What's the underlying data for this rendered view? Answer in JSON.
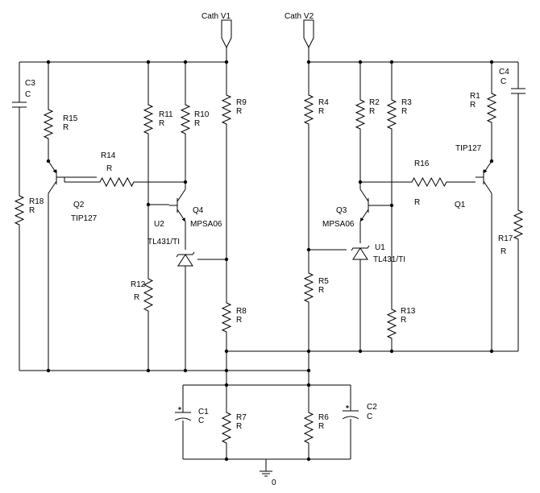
{
  "ports": {
    "cath_v1": "Cath V1",
    "cath_v2": "Cath V2",
    "ground": "0"
  },
  "components": {
    "C1": {
      "ref": "C1",
      "value": "C"
    },
    "C2": {
      "ref": "C2",
      "value": "C"
    },
    "C3": {
      "ref": "C3",
      "value": "C"
    },
    "C4": {
      "ref": "C4",
      "value": "C"
    },
    "R1": {
      "ref": "R1",
      "value": "R"
    },
    "R2": {
      "ref": "R2",
      "value": "R"
    },
    "R3": {
      "ref": "R3",
      "value": "R"
    },
    "R4": {
      "ref": "R4",
      "value": "R"
    },
    "R5": {
      "ref": "R5",
      "value": "R"
    },
    "R6": {
      "ref": "R6",
      "value": "R"
    },
    "R7": {
      "ref": "R7",
      "value": "R"
    },
    "R8": {
      "ref": "R8",
      "value": "R"
    },
    "R9": {
      "ref": "R9",
      "value": "R"
    },
    "R10": {
      "ref": "R10",
      "value": "R"
    },
    "R11": {
      "ref": "R11",
      "value": "R"
    },
    "R12": {
      "ref": "R12",
      "value": "R"
    },
    "R13": {
      "ref": "R13",
      "value": "R"
    },
    "R14": {
      "ref": "R14",
      "value": "R"
    },
    "R15": {
      "ref": "R15",
      "value": "R"
    },
    "R16": {
      "ref": "R16",
      "value": "R"
    },
    "R17": {
      "ref": "R17",
      "value": "R"
    },
    "R18": {
      "ref": "R18",
      "value": "R"
    },
    "Q1": {
      "ref": "Q1",
      "part": "TIP127"
    },
    "Q2": {
      "ref": "Q2",
      "part": "TIP127"
    },
    "Q3": {
      "ref": "Q3",
      "part": "MPSA06"
    },
    "Q4": {
      "ref": "Q4",
      "part": "MPSA06"
    },
    "U1": {
      "ref": "U1",
      "part": "TL431/TI"
    },
    "U2": {
      "ref": "U2",
      "part": "TL431/TI"
    }
  }
}
